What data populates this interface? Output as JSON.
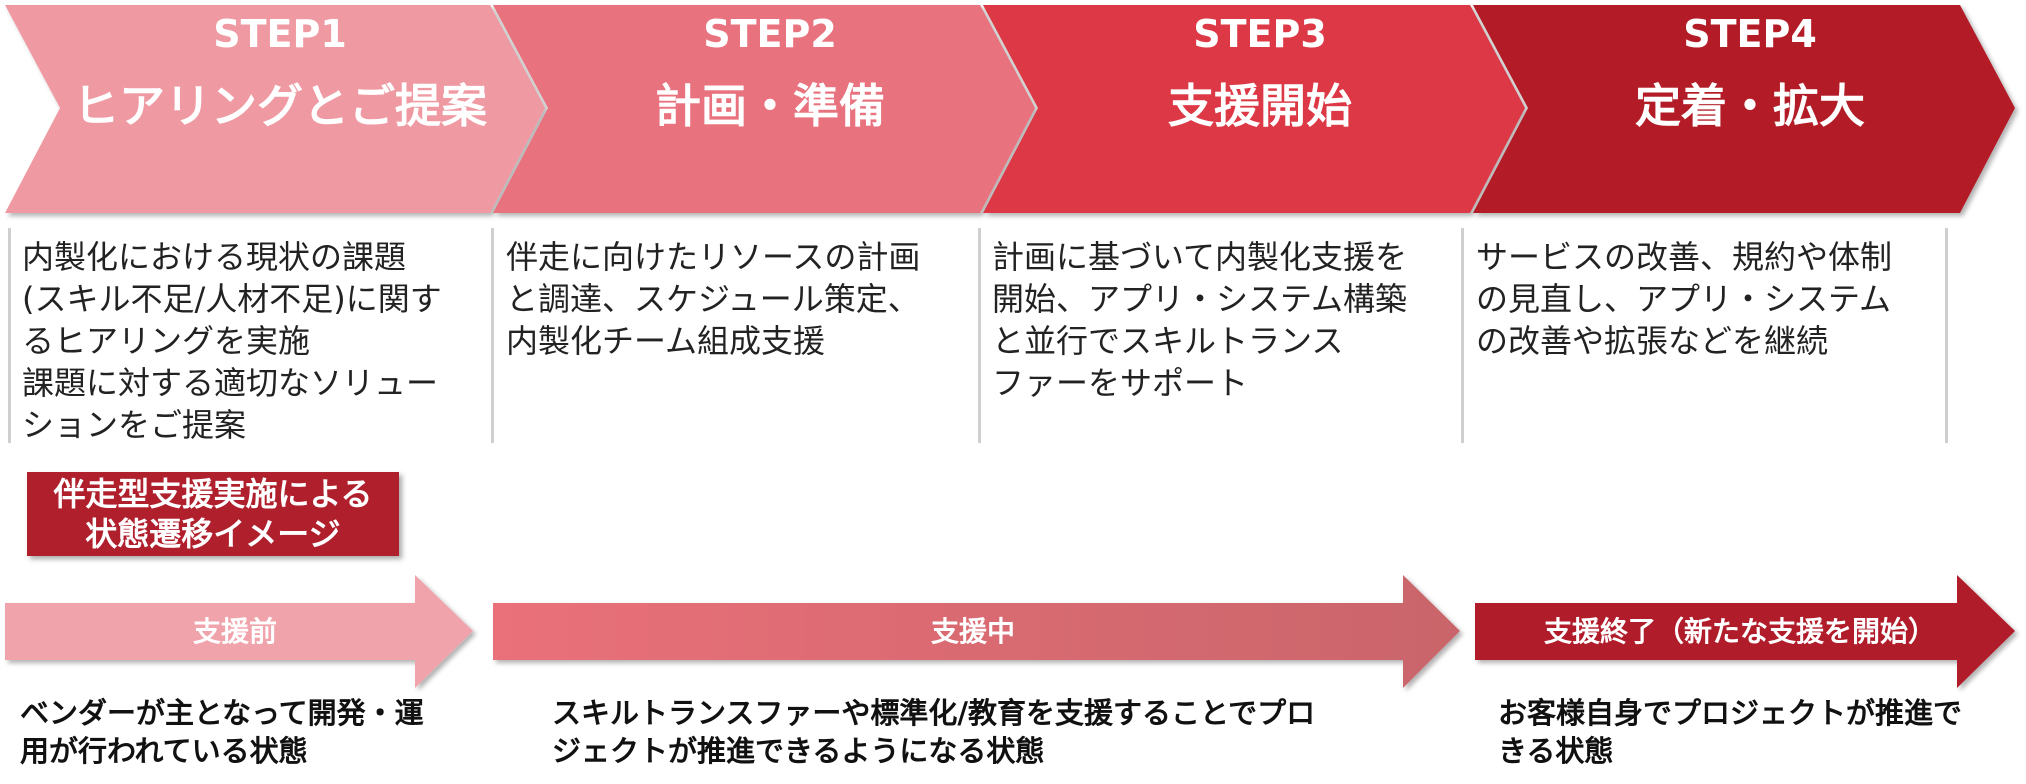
{
  "steps": [
    {
      "label": "STEP1",
      "title": "ヒアリングとご提案",
      "color": "#ef9aa2",
      "description": "内製化における現状の課題\n(スキル不足/人材不足)に関す\nるヒアリングを実施\n課題に対する適切なソリュー\nションをご提案"
    },
    {
      "label": "STEP2",
      "title": "計画・準備",
      "color": "#e8727d",
      "description": "伴走に向けたリソースの計画\nと調達、スケジュール策定、\n内製化チーム組成支援"
    },
    {
      "label": "STEP3",
      "title": "支援開始",
      "color": "#dc3844",
      "description": "計画に基づいて内製化支援を\n開始、アプリ・システム構築\nと並行でスキルトランス\nファーをサポート"
    },
    {
      "label": "STEP4",
      "title": "定着・拡大",
      "color": "#b31c28",
      "description": "サービスの改善、規約や体制\nの見直し、アプリ・システム\nの改善や拡張などを継続"
    }
  ],
  "badge": "伴走型支援実施による\n状態遷移イメージ",
  "phases": [
    {
      "label": "支援前",
      "color": "#f0a3aa",
      "state": "ベンダーが主となって開発・運\n用が行われている状態"
    },
    {
      "label": "支援中",
      "color": "#ea7079",
      "color_end": "#c9656b",
      "state": "スキルトランスファーや標準化/教育を支援することでプロ\nジェクトが推進できるようになる状態"
    },
    {
      "label": "支援終了（新たな支援を開始）",
      "color": "#b11e2a",
      "state": "お客様自身でプロジェクトが推進で\nきる状態"
    }
  ]
}
